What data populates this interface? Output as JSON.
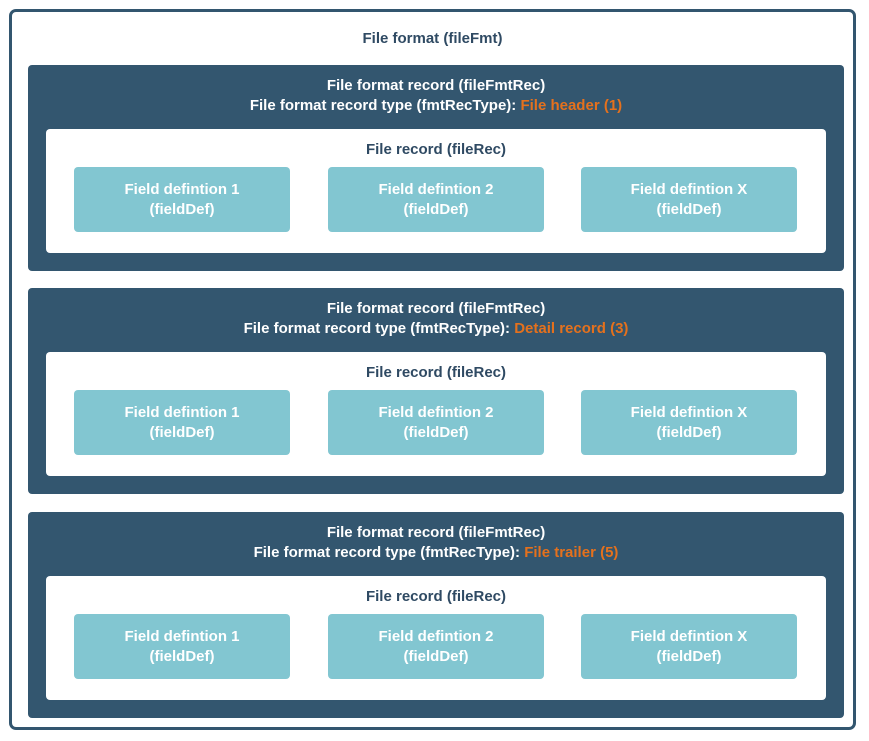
{
  "diagram": {
    "title": "File format (fileFmt)",
    "records": [
      {
        "title": "File format record (fileFmtRec)",
        "type_label": "File format record type (fmtRecType): ",
        "type_value": "File header (1)",
        "file_record": {
          "title": "File record (fileRec)",
          "fields": [
            {
              "name": "Field defintion 1",
              "type": "(fieldDef)"
            },
            {
              "name": "Field defintion 2",
              "type": "(fieldDef)"
            },
            {
              "name": "Field defintion X",
              "type": "(fieldDef)"
            }
          ]
        }
      },
      {
        "title": "File format record (fileFmtRec)",
        "type_label": "File format record type (fmtRecType): ",
        "type_value": "Detail record (3)",
        "file_record": {
          "title": "File record (fileRec)",
          "fields": [
            {
              "name": "Field defintion 1",
              "type": "(fieldDef)"
            },
            {
              "name": "Field defintion 2",
              "type": "(fieldDef)"
            },
            {
              "name": "Field defintion X",
              "type": "(fieldDef)"
            }
          ]
        }
      },
      {
        "title": "File format record (fileFmtRec)",
        "type_label": "File format record type (fmtRecType): ",
        "type_value": "File trailer (5)",
        "file_record": {
          "title": "File record (fileRec)",
          "fields": [
            {
              "name": "Field defintion 1",
              "type": "(fieldDef)"
            },
            {
              "name": "Field defintion 2",
              "type": "(fieldDef)"
            },
            {
              "name": "Field defintion X",
              "type": "(fieldDef)"
            }
          ]
        }
      }
    ],
    "colors": {
      "record_bg": "#33566f",
      "field_bg": "#82c6d1",
      "accent": "#e5711d",
      "title_text": "#2f4a63"
    }
  }
}
